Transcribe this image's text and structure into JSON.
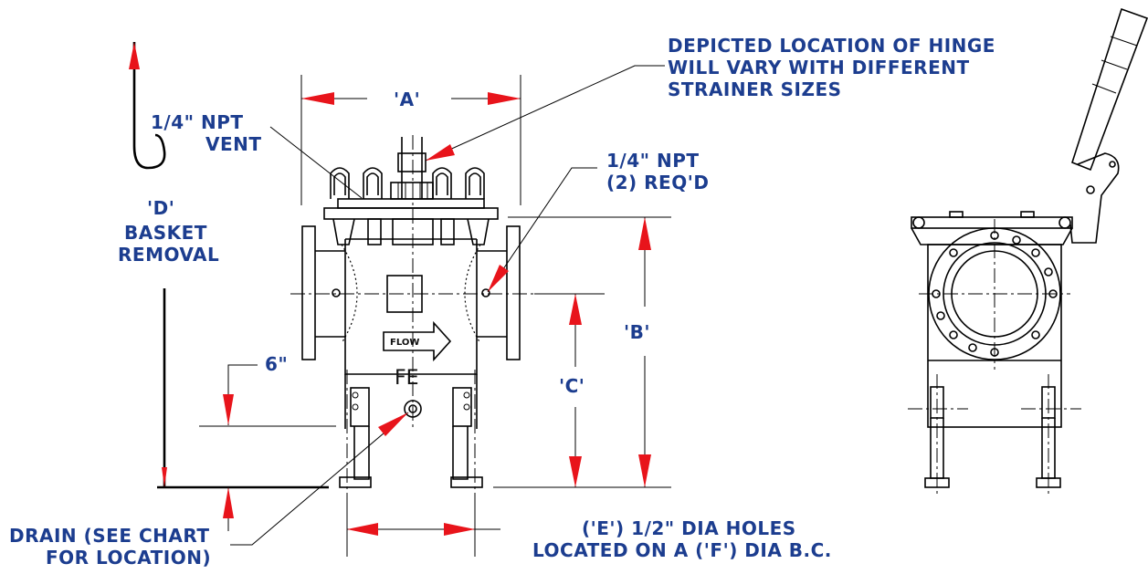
{
  "labels": {
    "hinge_note": [
      "DEPICTED LOCATION OF HINGE",
      "WILL VARY WITH DIFFERENT",
      "STRAINER SIZES"
    ],
    "vent": [
      "1/4\" NPT",
      "VENT"
    ],
    "dim_a": "'A'",
    "npt_right": [
      "1/4\" NPT",
      "(2) REQ'D"
    ],
    "dim_d": "'D'",
    "basket_removal": [
      "BASKET",
      "REMOVAL"
    ],
    "six_inch": "6\"",
    "flow": "FLOW",
    "fe": "FE",
    "dim_b": "'B'",
    "dim_c": "'C'",
    "drain": [
      "DRAIN (SEE CHART",
      "FOR LOCATION)"
    ],
    "holes": [
      "('E') 1/2\" DIA HOLES",
      "LOCATED ON A ('F') DIA B.C."
    ]
  },
  "colors": {
    "label_text": "#1c3d8f",
    "arrow": "#e8141b",
    "line": "#000000"
  }
}
